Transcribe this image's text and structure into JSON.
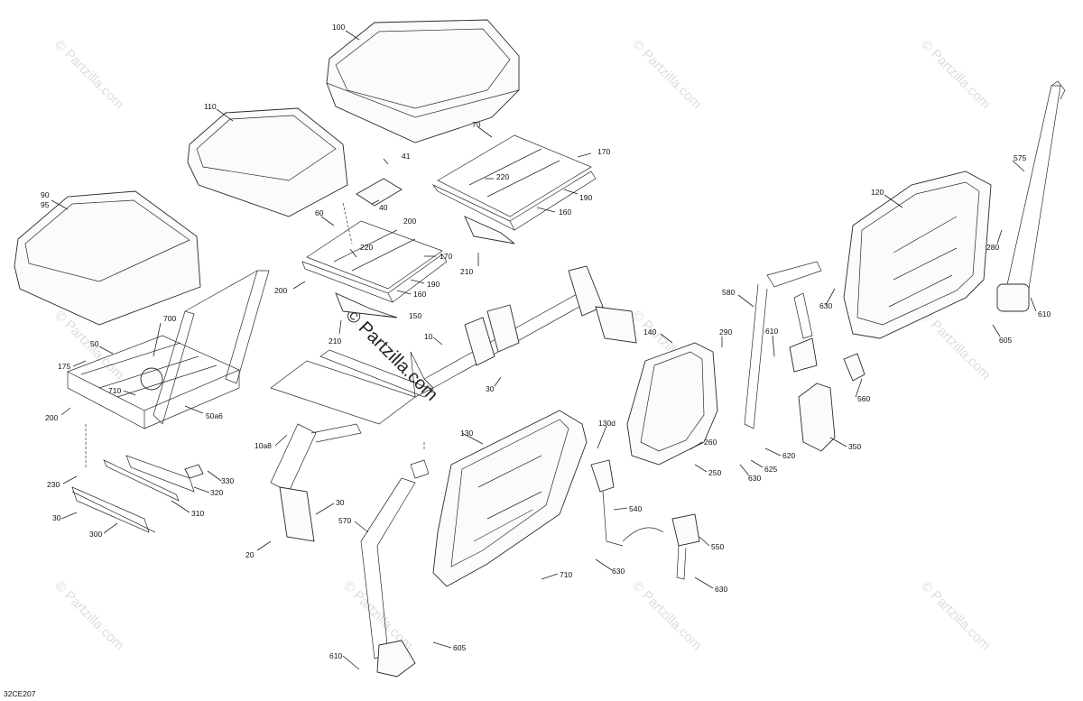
{
  "diagram_code": "32CE207",
  "watermark_text": "© Partzilla.com",
  "callouts": [
    {
      "id": "c100",
      "label": "100"
    },
    {
      "id": "c110",
      "label": "110"
    },
    {
      "id": "c90",
      "label": "90"
    },
    {
      "id": "c95",
      "label": "95"
    },
    {
      "id": "c41",
      "label": "41"
    },
    {
      "id": "c40",
      "label": "40"
    },
    {
      "id": "c200a",
      "label": "200"
    },
    {
      "id": "c70",
      "label": "70"
    },
    {
      "id": "c170a",
      "label": "170"
    },
    {
      "id": "c220a",
      "label": "220"
    },
    {
      "id": "c190a",
      "label": "190"
    },
    {
      "id": "c160a",
      "label": "160"
    },
    {
      "id": "c210a",
      "label": "210"
    },
    {
      "id": "c60",
      "label": "60"
    },
    {
      "id": "c220b",
      "label": "220"
    },
    {
      "id": "c170b",
      "label": "170"
    },
    {
      "id": "c190b",
      "label": "190"
    },
    {
      "id": "c160b",
      "label": "160"
    },
    {
      "id": "c200b",
      "label": "200"
    },
    {
      "id": "c150",
      "label": "150"
    },
    {
      "id": "c210b",
      "label": "210"
    },
    {
      "id": "c700",
      "label": "700"
    },
    {
      "id": "c50",
      "label": "50"
    },
    {
      "id": "c175",
      "label": "175"
    },
    {
      "id": "c710a",
      "label": "710"
    },
    {
      "id": "c200c",
      "label": "200"
    },
    {
      "id": "c50a6",
      "label": "50a6"
    },
    {
      "id": "c10",
      "label": "10"
    },
    {
      "id": "c30a",
      "label": "30"
    },
    {
      "id": "c140",
      "label": "140"
    },
    {
      "id": "c290",
      "label": "290"
    },
    {
      "id": "c580",
      "label": "580"
    },
    {
      "id": "c610a",
      "label": "610"
    },
    {
      "id": "c630a",
      "label": "630"
    },
    {
      "id": "c120",
      "label": "120"
    },
    {
      "id": "c280",
      "label": "280"
    },
    {
      "id": "c575",
      "label": "575"
    },
    {
      "id": "c610b",
      "label": "610"
    },
    {
      "id": "c605a",
      "label": "605"
    },
    {
      "id": "c560",
      "label": "560"
    },
    {
      "id": "c350",
      "label": "350"
    },
    {
      "id": "c620",
      "label": "620"
    },
    {
      "id": "c625",
      "label": "625"
    },
    {
      "id": "c630b",
      "label": "630"
    },
    {
      "id": "c260",
      "label": "260"
    },
    {
      "id": "c250",
      "label": "250"
    },
    {
      "id": "c130d",
      "label": "130d"
    },
    {
      "id": "c130",
      "label": "130"
    },
    {
      "id": "c10a8",
      "label": "10a8"
    },
    {
      "id": "c30b",
      "label": "30"
    },
    {
      "id": "c20",
      "label": "20"
    },
    {
      "id": "c570",
      "label": "570"
    },
    {
      "id": "c540",
      "label": "540"
    },
    {
      "id": "c550",
      "label": "550"
    },
    {
      "id": "c630c",
      "label": "630"
    },
    {
      "id": "c630d",
      "label": "630"
    },
    {
      "id": "c710b",
      "label": "710"
    },
    {
      "id": "c230",
      "label": "230"
    },
    {
      "id": "c30c",
      "label": "30"
    },
    {
      "id": "c330",
      "label": "330"
    },
    {
      "id": "c320",
      "label": "320"
    },
    {
      "id": "c310",
      "label": "310"
    },
    {
      "id": "c300",
      "label": "300"
    },
    {
      "id": "c610c",
      "label": "610"
    },
    {
      "id": "c605b",
      "label": "605"
    }
  ]
}
